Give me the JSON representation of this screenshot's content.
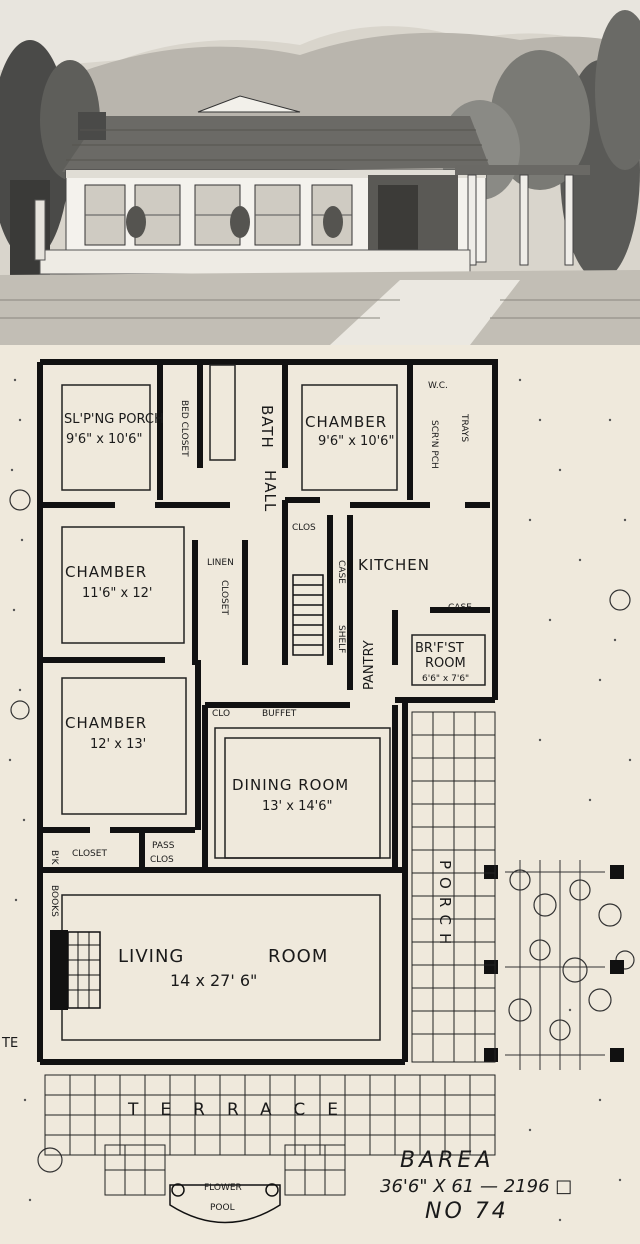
{
  "plan": {
    "rooms": {
      "sleeping_porch": "SL'P'NG PORCH",
      "sleeping_porch_dim": "9'6\" x 10'6\"",
      "bed_closet": "BED CLOSET",
      "bath": "BATH",
      "chamber_ne": "CHAMBER",
      "chamber_ne_dim": "9'6\" x 10'6\"",
      "wc": "W.C.",
      "screen_porch": "SCR'N PCH",
      "trays": "TRAYS",
      "hall": "HALL",
      "clos_hall": "CLOS",
      "chamber_mid": "CHAMBER",
      "chamber_mid_dim": "11'6\" x 12'",
      "linen": "LINEN",
      "closet_linen": "CLOSET",
      "kitchen": "KITCHEN",
      "case_kitchen": "CASE",
      "case_pantry": "CASE",
      "shelf": "SHELF",
      "pantry": "PANTRY",
      "breakfast": "BR'F'ST",
      "breakfast_room": "ROOM",
      "breakfast_dim": "6'6\" x 7'6\"",
      "chamber_sw": "CHAMBER",
      "chamber_sw_dim": "12' x 13'",
      "clo": "CLO",
      "buffet": "BUFFET",
      "dining_room": "DINING ROOM",
      "dining_dim": "13' x 14'6\"",
      "closet_sw": "CLOSET",
      "pass_clos": "PASS",
      "pass_clos2": "CLOS",
      "bk": "B'K",
      "books": "BOOKS",
      "living_room": "LIVING",
      "living_room2": "ROOM",
      "living_dim": "14 x 27' 6\"",
      "porch": "PORCH",
      "terrace": "TERRACE",
      "flower_pool": "FLOWER",
      "flower_pool2": "POOL",
      "gate": "TE"
    },
    "title": {
      "name": "BAREA",
      "size": "36'6\" X 61 — 2196 □",
      "number": "NO 74"
    }
  }
}
